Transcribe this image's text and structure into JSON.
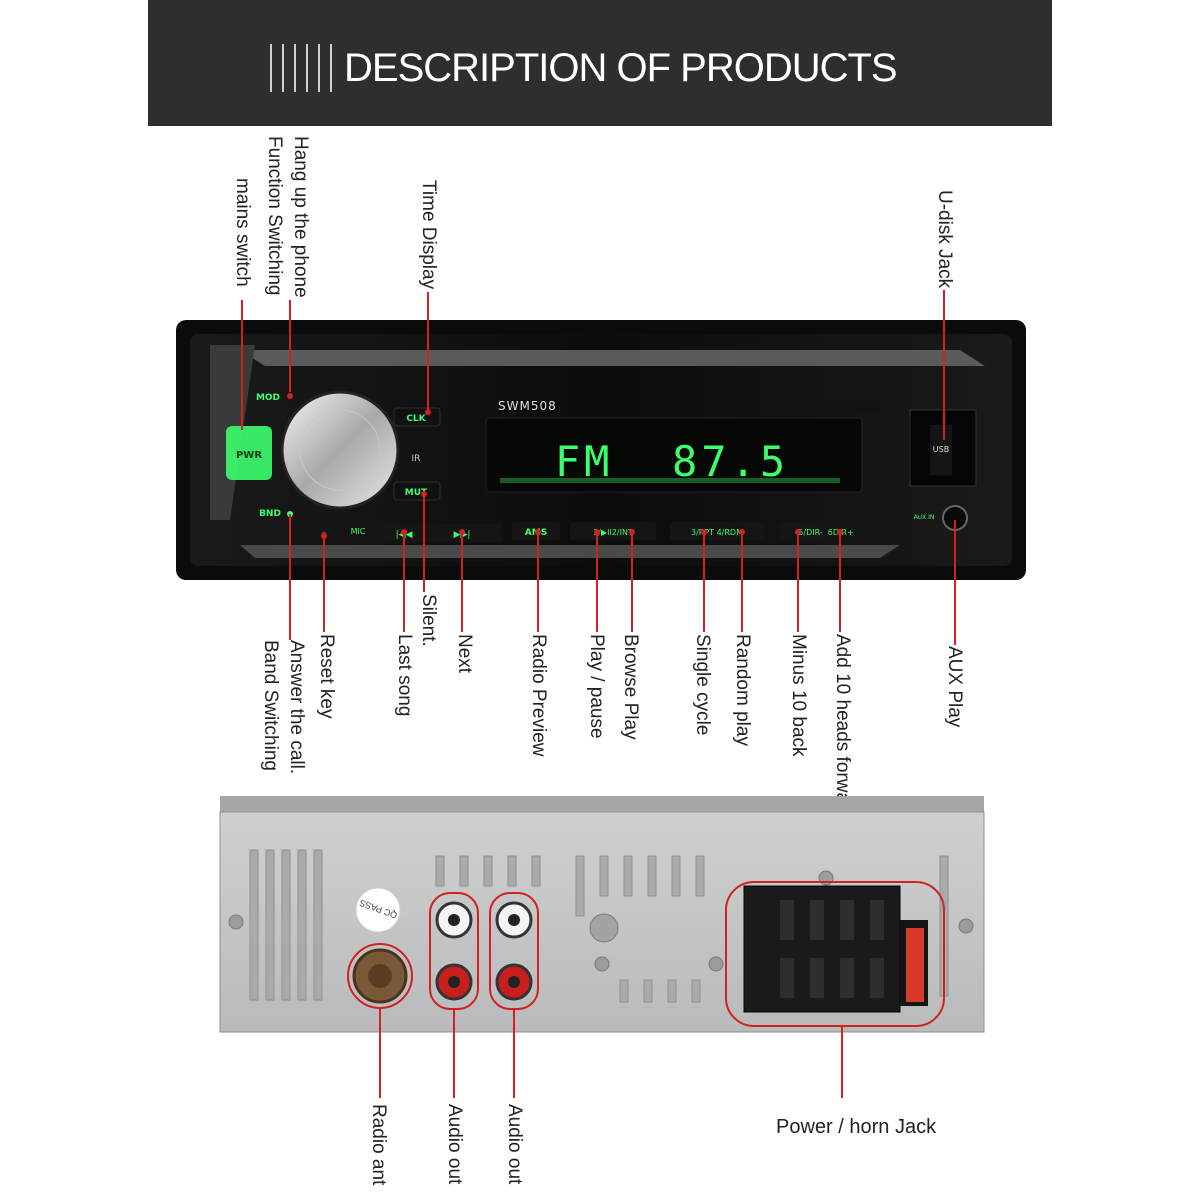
{
  "header": {
    "title": "DESCRIPTION OF PRODUCTS"
  },
  "front_panel": {
    "model": "SWM508",
    "display_text": "FM  87.5",
    "buttons": {
      "mod": "MOD",
      "pwr": "PWR",
      "bnd": "BND",
      "clk": "CLK",
      "mut": "MUT",
      "ir": "IR",
      "mic": "MIC",
      "prev": "|◀◀",
      "next": "▶▶|",
      "ams": "AMS",
      "play": "1/▶II2/INT",
      "rpt": "3/RPT 4/RDM",
      "dir": "5/DIR-  6DIR+",
      "usb": "USB",
      "aux": "AUX IN"
    }
  },
  "top_labels": {
    "mains_switch": "mains switch",
    "function_switching": "Function Switching",
    "hang_up": "Hang up the phone",
    "time_display": "Time Display",
    "udisk_jack": "U-disk Jack"
  },
  "bottom_labels": {
    "band_switching": "Band Switching",
    "answer_call": "Answer the call.",
    "reset_key": "Reset key",
    "last_song": "Last song",
    "silent": "Silent.",
    "next": "Next",
    "radio_preview": "Radio Preview",
    "play_pause": "Play / pause",
    "browse_play": "Browse Play",
    "single_cycle": "Single cycle",
    "random_play": "Random play",
    "minus_10_back": "Minus 10 back",
    "add_10_heads": "Add 10 heads forwa",
    "aux_play": "AUX Play"
  },
  "rear_panel": {
    "qc_sticker": "QC PASS"
  },
  "rear_labels": {
    "radio_ant": "Radio ant",
    "audio_out_1": "Audio out",
    "audio_out_2": "Audio out",
    "power_horn": "Power / horn Jack"
  },
  "colors": {
    "banner": "#2e2e2e",
    "accent_red": "#d42020",
    "led_green": "#3cff6e"
  }
}
